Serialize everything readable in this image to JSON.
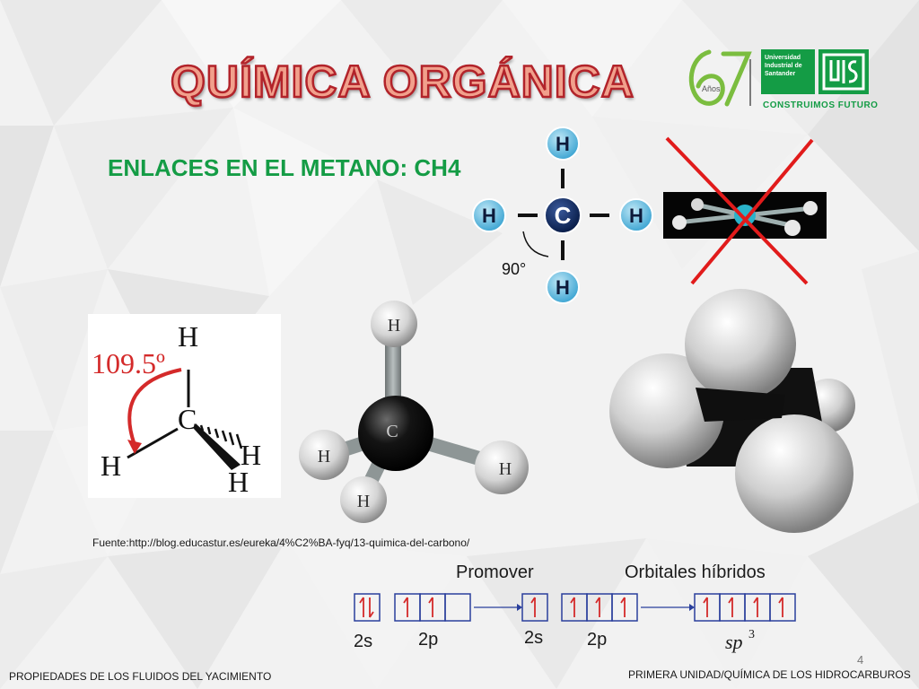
{
  "slide": {
    "title": "QUÍMICA ORGÁNICA",
    "subtitle": "ENLACES EN EL METANO: CH4",
    "page_number": "4"
  },
  "logos": {
    "anniversary_number": "67",
    "anniversary_word": "Años",
    "university_line1": "Universidad",
    "university_line2": "Industrial de",
    "university_line3": "Santander",
    "tagline": "CONSTRUIMOS FUTURO"
  },
  "planar_model": {
    "carbon": "C",
    "hydrogen": "H",
    "angle": "90°"
  },
  "wedge_model": {
    "angle": "109.5º",
    "carbon": "C",
    "hydrogen": "H"
  },
  "ball_stick_model": {
    "carbon": "C",
    "hydrogen": "H"
  },
  "source": "Fuente:http://blog.educastur.es/eureka/4%C2%BA-fyq/13-quimica-del-carbono/",
  "orbital_diagram": {
    "promote_label": "Promover",
    "hybrid_label": "Orbitales híbridos",
    "label_2s": "2s",
    "label_2p": "2p",
    "label_2s_b": "2s",
    "label_2p_b": "2p",
    "label_sp3": "sp",
    "label_sp3_exp": "3"
  },
  "footer": {
    "left": "PROPIEDADES DE LOS FLUIDOS DEL YACIMIENTO",
    "right": "PRIMERA UNIDAD/QUÍMICA DE LOS HIDROCARBUROS"
  },
  "colors": {
    "title_fill": "#f1a08c",
    "title_stroke": "#b2232a",
    "accent_green": "#149c45",
    "orbital_box": "#2a3f9c",
    "arrow_red": "#d42a2a",
    "atom_blue": "#5fb8de",
    "carbon_navy": "#0d2a66"
  }
}
